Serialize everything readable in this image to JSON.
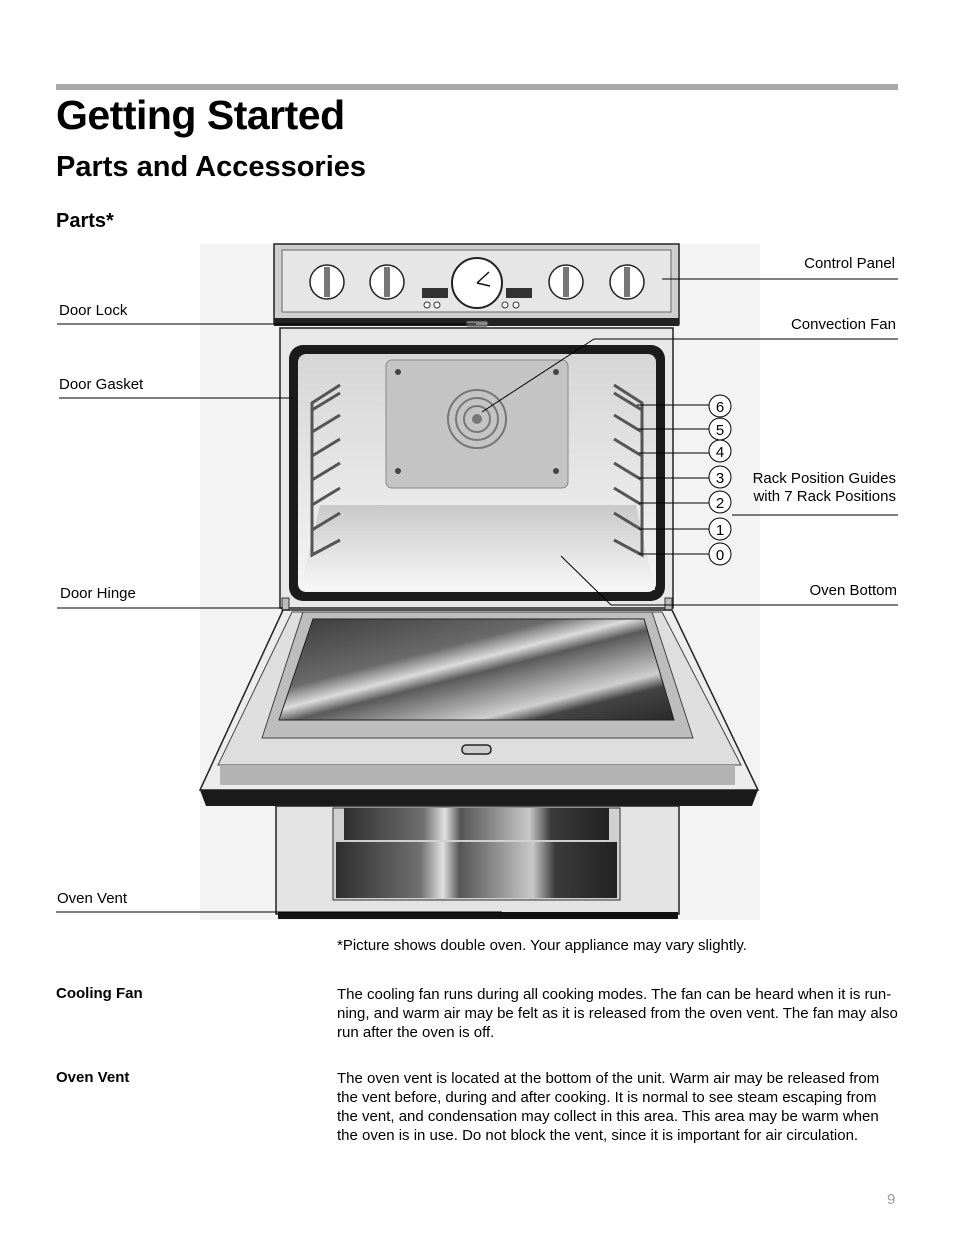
{
  "page": {
    "title": "Getting Started",
    "section": "Parts and Accessories",
    "subsection": "Parts*",
    "page_number": "9"
  },
  "diagram": {
    "labels": {
      "control_panel": "Control Panel",
      "door_lock": "Door Lock",
      "convection_fan": "Convection Fan",
      "door_gasket": "Door Gasket",
      "rack_guides_line1": "Rack Position Guides",
      "rack_guides_line2": "with 7 Rack Positions",
      "door_hinge": "Door Hinge",
      "oven_bottom": "Oven Bottom",
      "oven_vent": "Oven Vent"
    },
    "rack_positions": [
      "6",
      "5",
      "4",
      "3",
      "2",
      "1",
      "0"
    ]
  },
  "caption": "*Picture shows double oven. Your appliance may vary slightly.",
  "definitions": [
    {
      "term": "Cooling Fan",
      "text": "The cooling fan runs during all cooking modes. The fan can be heard when it is run-ning, and warm air may be felt as it is released from the oven vent. The fan may also run after the oven is off."
    },
    {
      "term": "Oven Vent",
      "text": "The oven vent is located at the bottom of the unit. Warm air may be released from the vent before, during and after cooking. It is normal to see steam escaping from the vent, and condensation may collect in this area. This area may be warm when the oven is in use. Do not block the vent, since it is important for air circulation."
    }
  ]
}
